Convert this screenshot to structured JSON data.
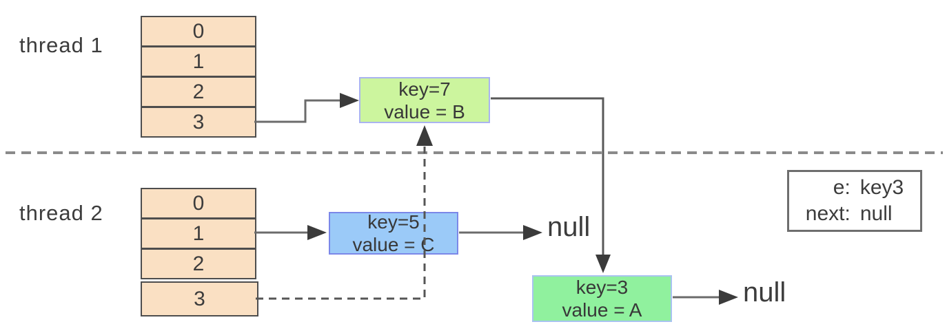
{
  "diagram": {
    "thread1": {
      "label": "thread 1",
      "array": [
        "0",
        "1",
        "2",
        "3"
      ]
    },
    "thread2": {
      "label": "thread 2",
      "array": [
        "0",
        "1",
        "2",
        "3"
      ]
    },
    "nodes": {
      "key7": {
        "line1": "key=7",
        "line2": "value = B",
        "fill": "#ccf59e",
        "border": "#aab4f0"
      },
      "key5": {
        "line1": "key=5",
        "line2": "value = C",
        "fill": "#9bcaf8",
        "border": "#7b87e8"
      },
      "key3": {
        "line1": "key=3",
        "line2": "value = A",
        "fill": "#90f19e",
        "border": "#a9c3f0"
      }
    },
    "null1": "null",
    "null2": "null",
    "info_box": {
      "row1_label": "e:",
      "row1_value": "key3",
      "row2_label": "next:",
      "row2_value": "null"
    },
    "colors": {
      "bucket_fill": "#fae0c3",
      "bucket_border": "#4d4d4d",
      "wire": "#6b6b6b",
      "arrowhead": "#3b3b3b",
      "divider": "#8a8a8a",
      "text": "#3c3c3c"
    }
  }
}
